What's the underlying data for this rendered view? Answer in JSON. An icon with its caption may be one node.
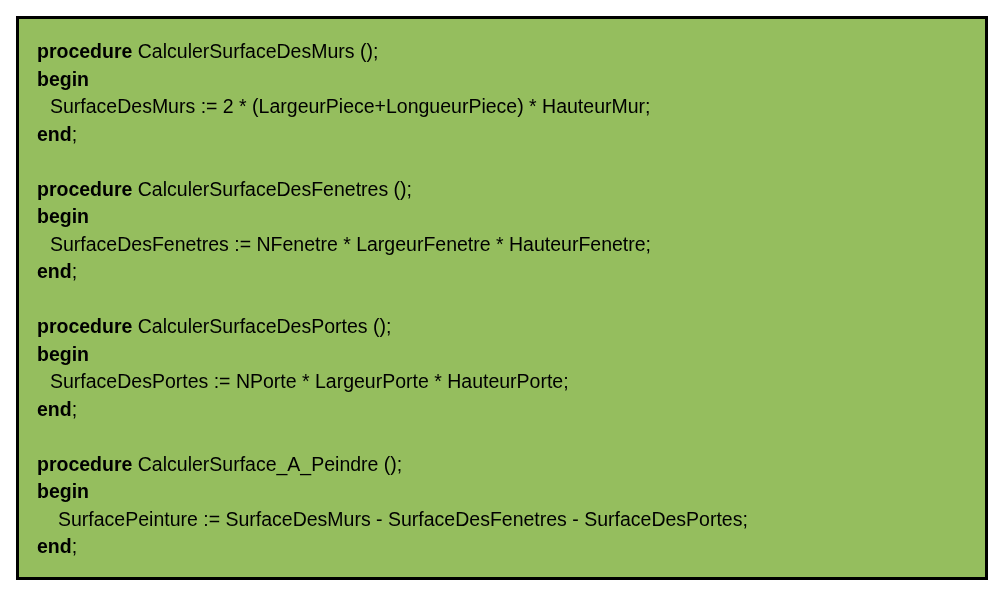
{
  "diagram": {
    "nodes": [
      {
        "text": [
          "**procedure** CalculerSurfaceDesMurs ();",
          "begin",
          "SurfaceDesMurs := 2 * (LargeurPiece+LongueurPiece) * HauteurMur;",
          "**end**;",
          "**procedure** CalculerSurfaceDesFenetres ();",
          "begin",
          "SurfaceDesFenetres := NFenetre * LargeurFenetre * HauteurFenetre;",
          "**end**;",
          "**procedure** CalculerSurfaceDesPortes ();",
          "begin",
          "SurfaceDesPortes := NPorte * LargeurPorte * HauteurPorte;",
          "**end**;",
          "**procedure** CalculerSurface_A_Peindre ();",
          "begin",
          "SurfacePeinture := SurfaceDesMurs - SurfaceDesFenetres - SurfaceDesPortes;",
          "**end**;"
        ]
      }
    ]
  }
}
